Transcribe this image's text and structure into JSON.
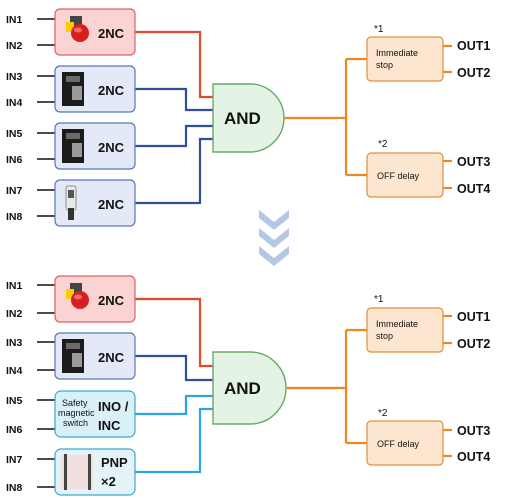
{
  "top": {
    "inputs": [
      "IN1",
      "IN2",
      "IN3",
      "IN4",
      "IN5",
      "IN6",
      "IN7",
      "IN8"
    ],
    "devices": [
      {
        "label": "2NC",
        "icon": "emergency-stop-icon",
        "fill": "#fbd3d3",
        "stroke": "#e06060",
        "line": "#e04b2a"
      },
      {
        "label": "2NC",
        "icon": "door-switch-icon",
        "fill": "#e3e9f6",
        "stroke": "#5a76b8",
        "line": "#2f4f9a"
      },
      {
        "label": "2NC",
        "icon": "door-switch-icon",
        "fill": "#e3e9f6",
        "stroke": "#5a76b8",
        "line": "#2f4f9a"
      },
      {
        "label": "2NC",
        "icon": "enabling-switch-icon",
        "fill": "#e3e9f6",
        "stroke": "#5a76b8",
        "line": "#2f4f9a"
      }
    ],
    "gate": "AND",
    "blocks": [
      {
        "note": "*1",
        "line1": "Immediate",
        "line2": "stop"
      },
      {
        "note": "*2",
        "line1": "OFF delay",
        "line2": ""
      }
    ],
    "outputs": [
      "OUT1",
      "OUT2",
      "OUT3",
      "OUT4"
    ]
  },
  "bottom": {
    "inputs": [
      "IN1",
      "IN2",
      "IN3",
      "IN4",
      "IN5",
      "IN6",
      "IN7",
      "IN8"
    ],
    "devices": [
      {
        "label": "2NC",
        "icon": "emergency-stop-icon",
        "fill": "#fbd3d3",
        "stroke": "#e06060",
        "line": "#e04b2a"
      },
      {
        "label": "2NC",
        "icon": "door-switch-icon",
        "fill": "#e3e9f6",
        "stroke": "#5a76b8",
        "line": "#2f4f9a"
      },
      {
        "label": "INO /",
        "label2": "INC",
        "text1": "Safety",
        "text2": "magnetic",
        "text3": "switch",
        "fill": "#d9f0f7",
        "stroke": "#3ea6cf",
        "line": "#29a6dc"
      },
      {
        "label": "PNP",
        "label2": "×2",
        "icon": "light-curtain-icon",
        "fill": "#e4f3f8",
        "stroke": "#3ea6cf",
        "line": "#29a6dc"
      }
    ],
    "gate": "AND",
    "blocks": [
      {
        "note": "*1",
        "line1": "Immediate",
        "line2": "stop"
      },
      {
        "note": "*2",
        "line1": "OFF delay",
        "line2": ""
      }
    ],
    "outputs": [
      "OUT1",
      "OUT2",
      "OUT3",
      "OUT4"
    ]
  },
  "colors": {
    "gate_fill": "#e4f4e4",
    "gate_stroke": "#6aa86a",
    "block_fill": "#fde6cf",
    "block_stroke": "#e0903a",
    "output_line": "#e88a1f",
    "arrow": "#b4c8e6"
  }
}
